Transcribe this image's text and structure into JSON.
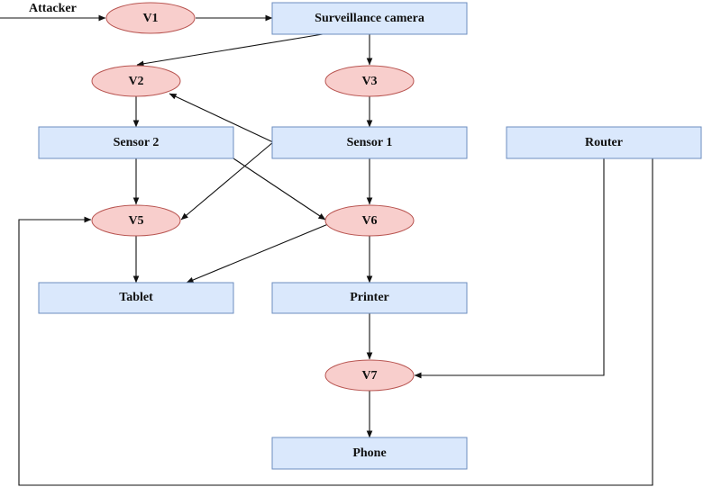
{
  "diagram": {
    "attacker_label": "Attacker",
    "colors": {
      "device_fill": "#dae8fc",
      "device_stroke": "#6c8ebf",
      "vuln_fill": "#f8cecc",
      "vuln_stroke": "#b85450",
      "edge": "#111111"
    },
    "devices": {
      "camera": "Surveillance camera",
      "sensor2": "Sensor 2",
      "sensor1": "Sensor 1",
      "router": "Router",
      "tablet": "Tablet",
      "printer": "Printer",
      "phone": "Phone"
    },
    "vulnerabilities": {
      "v1": "V1",
      "v2": "V2",
      "v3": "V3",
      "v5": "V5",
      "v6": "V6",
      "v7": "V7"
    },
    "edges": [
      {
        "from": "attacker",
        "to": "V1"
      },
      {
        "from": "V1",
        "to": "Surveillance camera"
      },
      {
        "from": "Surveillance camera",
        "to": "V2"
      },
      {
        "from": "Surveillance camera",
        "to": "V3"
      },
      {
        "from": "V2",
        "to": "Sensor 2"
      },
      {
        "from": "V3",
        "to": "Sensor 1"
      },
      {
        "from": "Sensor 1",
        "to": "V2"
      },
      {
        "from": "Sensor 1",
        "to": "V5"
      },
      {
        "from": "Sensor 2",
        "to": "V5"
      },
      {
        "from": "Sensor 2",
        "to": "V6"
      },
      {
        "from": "Sensor 1",
        "to": "V6"
      },
      {
        "from": "Router",
        "to": "V5"
      },
      {
        "from": "Router",
        "to": "V7"
      },
      {
        "from": "V5",
        "to": "Tablet"
      },
      {
        "from": "V6",
        "to": "Tablet"
      },
      {
        "from": "V6",
        "to": "Printer"
      },
      {
        "from": "Printer",
        "to": "V7"
      },
      {
        "from": "V7",
        "to": "Phone"
      }
    ]
  }
}
